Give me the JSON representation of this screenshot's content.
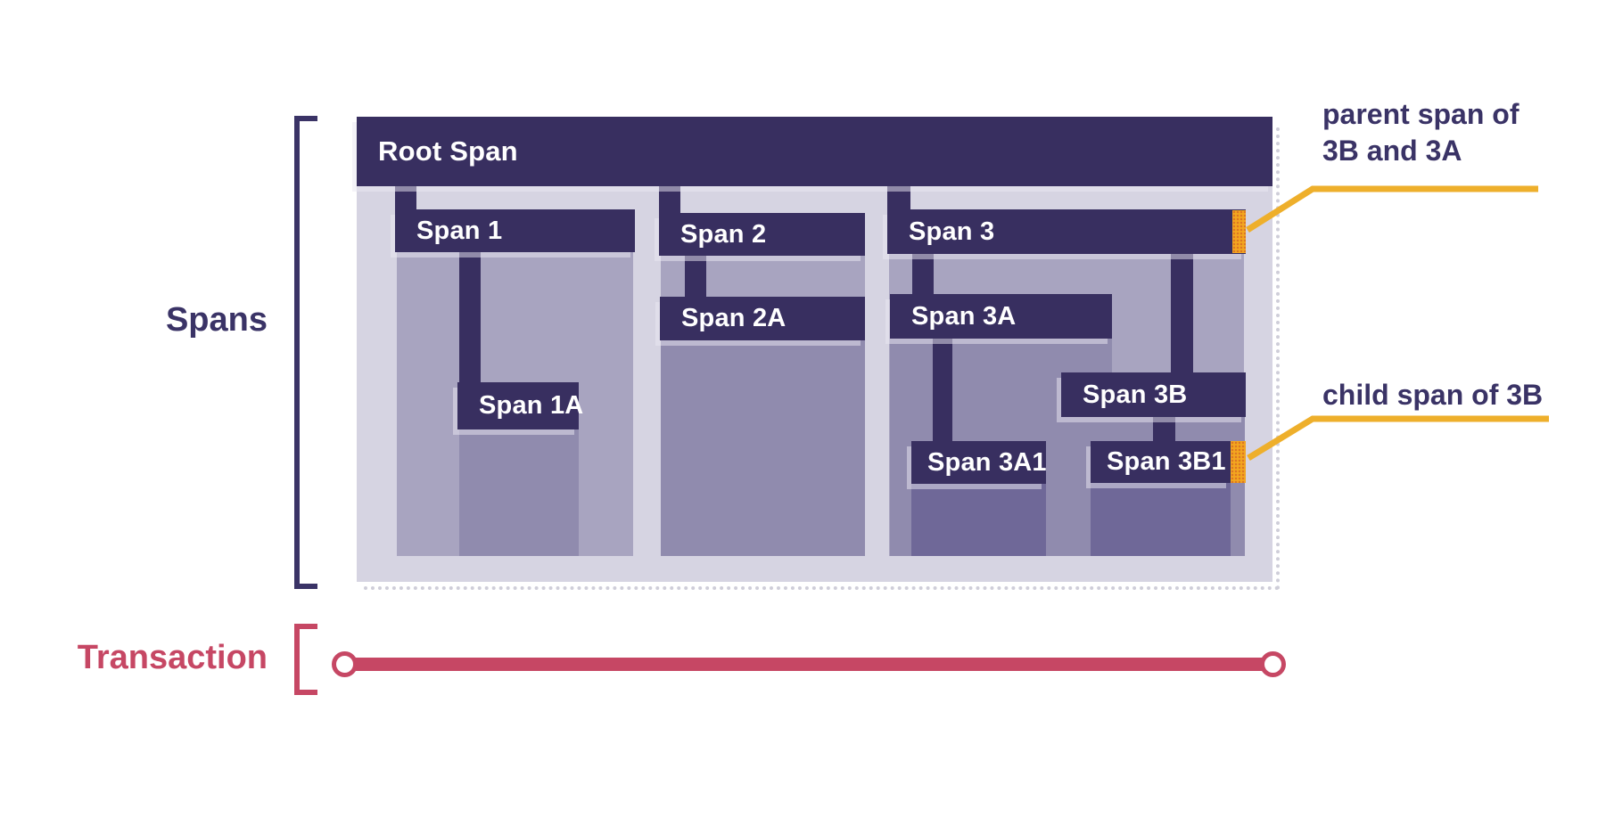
{
  "labels": {
    "spans": "Spans",
    "transaction": "Transaction"
  },
  "root_span_label": "Root Span",
  "span_labels": {
    "span1": "Span 1",
    "span1a": "Span 1A",
    "span2": "Span 2",
    "span2a": "Span 2A",
    "span3": "Span 3",
    "span3a": "Span 3A",
    "span3a1": "Span 3A1",
    "span3b": "Span 3B",
    "span3b1": "Span 3B1"
  },
  "annotations": {
    "parent_line1": "parent span of",
    "parent_line2": "3B and 3A",
    "child": "child span of 3B"
  },
  "structure": {
    "root": "Root Span",
    "children": {
      "Span 1": [
        "Span 1A"
      ],
      "Span 2": [
        "Span 2A"
      ],
      "Span 3": [
        "Span 3A",
        "Span 3B"
      ],
      "Span 3A": [
        "Span 3A1"
      ],
      "Span 3B": [
        "Span 3B1"
      ]
    }
  },
  "colors": {
    "page_bg": "#FFFFFF",
    "bar_navy": "#382F60",
    "container_bg": "#D6D4E2",
    "fill_level1": "#A8A4C0",
    "fill_level2": "#908BAE",
    "fill_level3": "#6F6898",
    "marker_orange": "#F3A61F",
    "callout_yellow": "#EEAF2B",
    "transaction_red": "#C64764",
    "text_navy": "#3A3366"
  }
}
